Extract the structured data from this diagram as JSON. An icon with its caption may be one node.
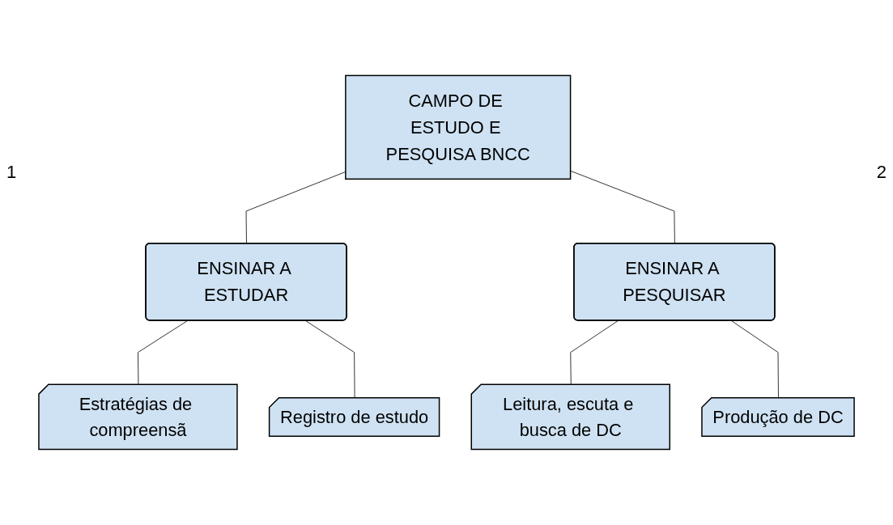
{
  "diagram": {
    "nodes": [
      {
        "text": [
          "CAMPO DE ESTUDO E PESQUISA BNCC"
        ]
      },
      {
        "text": [
          "ENSINAR A ESTUDAR"
        ]
      },
      {
        "text": [
          "ENSINAR A PESQUISAR"
        ]
      },
      {
        "text": [
          "Estratégias de compreensã"
        ]
      },
      {
        "text": [
          "Registro de estudo"
        ]
      },
      {
        "text": [
          "Leitura, escuta e busca de DC"
        ]
      },
      {
        "text": [
          "Produção de DC"
        ]
      }
    ],
    "edges": [
      {
        "from": 0,
        "to": 1,
        "arrow": "none"
      },
      {
        "from": 0,
        "to": 2,
        "arrow": "none"
      },
      {
        "from": 1,
        "to": 3,
        "arrow": "none"
      },
      {
        "from": 1,
        "to": 4,
        "arrow": "none"
      },
      {
        "from": 2,
        "to": 5,
        "arrow": "none"
      },
      {
        "from": 2,
        "to": 6,
        "arrow": "none"
      }
    ],
    "labels": [
      "1",
      "2"
    ]
  }
}
